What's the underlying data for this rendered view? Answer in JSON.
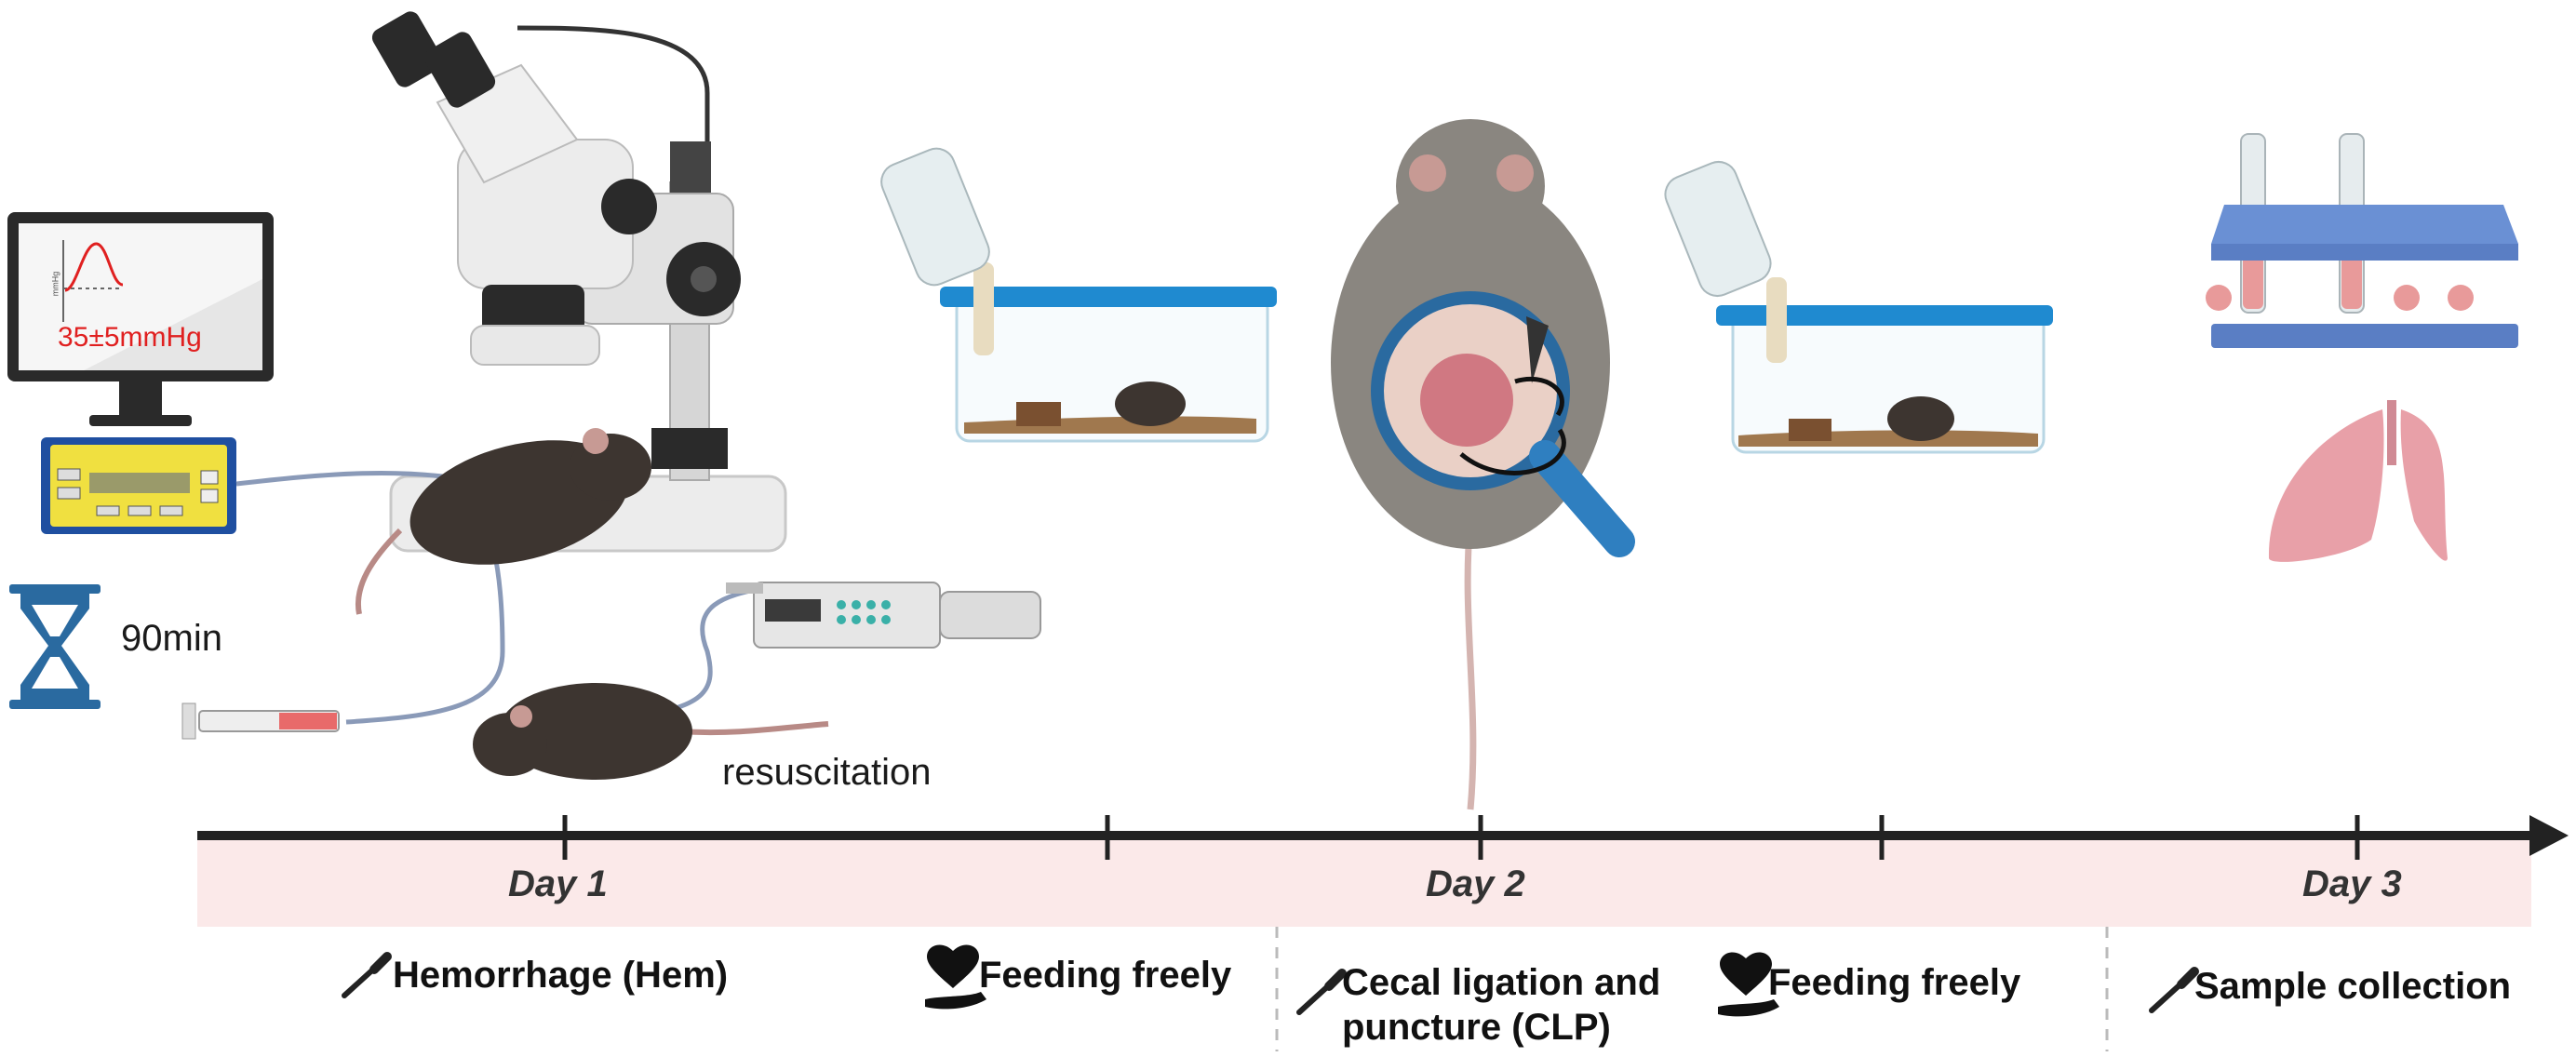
{
  "monitor": {
    "pressure_label": "35±5mmHg",
    "screen_axis_label": "mmHg"
  },
  "timer": {
    "label": "90min"
  },
  "annotations": {
    "resuscitation": "resuscitation"
  },
  "timeline": {
    "days": [
      "Day 1",
      "Day 2",
      "Day 3"
    ],
    "steps": [
      {
        "label_lines": [
          "Hemorrhage (Hem)"
        ],
        "icon": "scalpel-icon"
      },
      {
        "label_lines": [
          "Feeding freely"
        ],
        "icon": "heart-hand-icon"
      },
      {
        "label_lines": [
          "Cecal ligation and",
          "puncture (CLP)"
        ],
        "icon": "scalpel-icon"
      },
      {
        "label_lines": [
          "Feeding freely"
        ],
        "icon": "heart-hand-icon"
      },
      {
        "label_lines": [
          "Sample collection"
        ],
        "icon": "scalpel-icon"
      }
    ]
  },
  "colors": {
    "band": "#fbe9e9",
    "axis": "#222222",
    "blue": "#2f7fc0",
    "mouse": "#3d3530",
    "grey_mouse": "#8a8680",
    "lung": "#e8a0a8",
    "red_text": "#e02020"
  }
}
